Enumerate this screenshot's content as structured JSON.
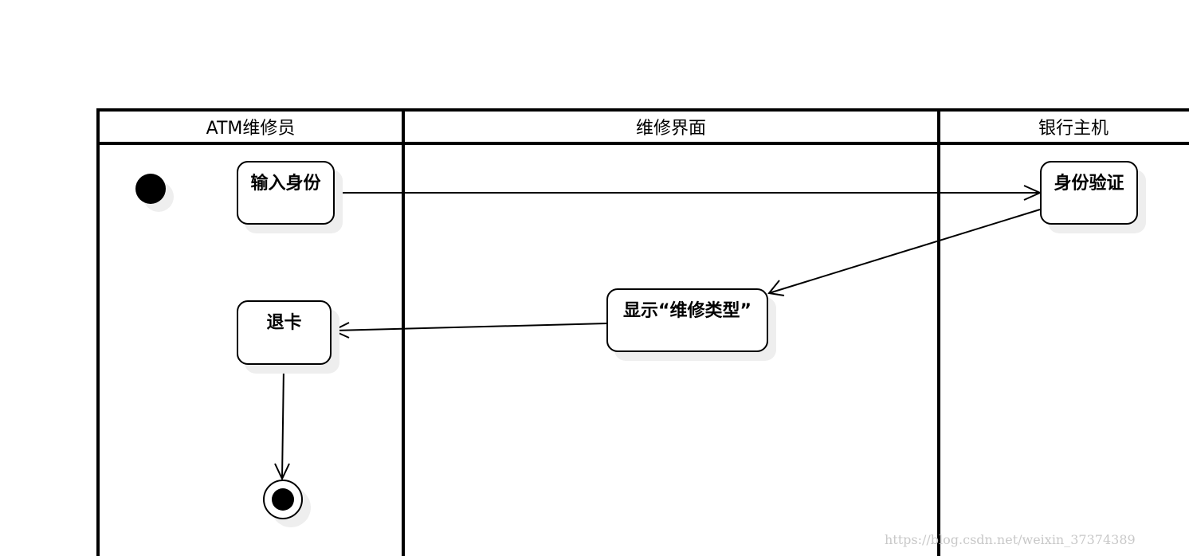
{
  "lanes": [
    {
      "label": "ATM维修员"
    },
    {
      "label": "维修界面"
    },
    {
      "label": "银行主机"
    }
  ],
  "nodes": {
    "input_identity": "输入身份",
    "verify_identity": "身份验证",
    "show_repair_type": "显示“维修类型”",
    "eject_card": "退卡"
  },
  "watermark": "https://blog.csdn.net/weixin_37374389"
}
